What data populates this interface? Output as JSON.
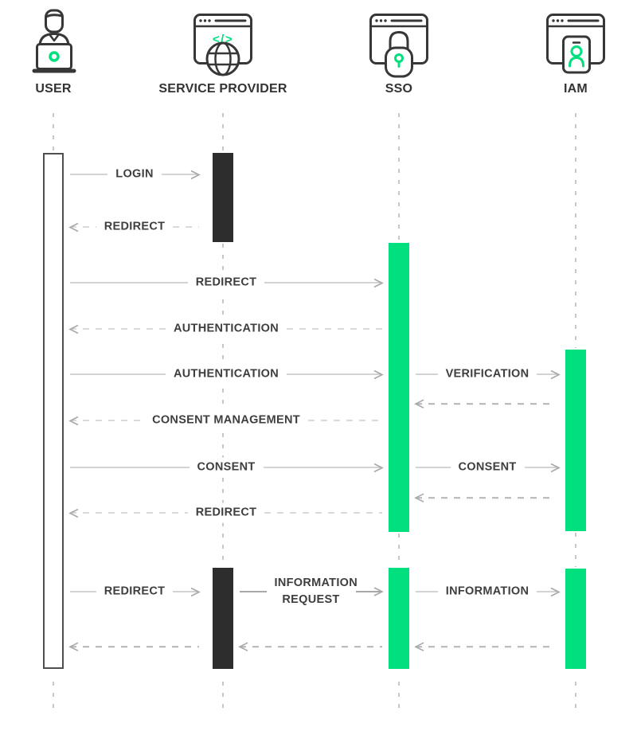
{
  "diagram": "sso-authentication-sequence",
  "colors": {
    "accent_green": "#00E07E",
    "bar_black": "#2D2D2D",
    "line_gray": "#A8A8A8",
    "lifeline_gray": "#C7C7C7",
    "text_dark": "#333333"
  },
  "actors": [
    {
      "label": "USER",
      "icon": "user-laptop-icon"
    },
    {
      "label": "SERVICE PROVIDER",
      "icon": "browser-code-globe-icon"
    },
    {
      "label": "SSO",
      "icon": "browser-lock-icon"
    },
    {
      "label": "IAM",
      "icon": "browser-id-card-icon"
    }
  ],
  "messages": [
    {
      "label": "LOGIN",
      "from": "USER",
      "to": "SERVICE PROVIDER",
      "line": "solid",
      "direction": "right"
    },
    {
      "label": "REDIRECT",
      "from": "SERVICE PROVIDER",
      "to": "USER",
      "line": "dashed",
      "direction": "left"
    },
    {
      "label": "REDIRECT",
      "from": "USER",
      "to": "SSO",
      "line": "solid",
      "direction": "right"
    },
    {
      "label": "AUTHENTICATION",
      "from": "SSO",
      "to": "USER",
      "line": "dashed",
      "direction": "left"
    },
    {
      "label": "AUTHENTICATION",
      "from": "USER",
      "to": "SSO",
      "line": "solid",
      "direction": "right"
    },
    {
      "label": "VERIFICATION",
      "from": "SSO",
      "to": "IAM",
      "line": "solid",
      "direction": "right"
    },
    {
      "label": "",
      "from": "IAM",
      "to": "SSO",
      "line": "dashed",
      "direction": "left"
    },
    {
      "label": "CONSENT MANAGEMENT",
      "from": "SSO",
      "to": "USER",
      "line": "dashed",
      "direction": "left"
    },
    {
      "label": "CONSENT",
      "from": "USER",
      "to": "SSO",
      "line": "solid",
      "direction": "right"
    },
    {
      "label": "CONSENT",
      "from": "SSO",
      "to": "IAM",
      "line": "solid",
      "direction": "right"
    },
    {
      "label": "",
      "from": "IAM",
      "to": "SSO",
      "line": "dashed",
      "direction": "left"
    },
    {
      "label": "REDIRECT",
      "from": "SSO",
      "to": "USER",
      "line": "dashed",
      "direction": "left"
    },
    {
      "label": "REDIRECT",
      "from": "USER",
      "to": "SERVICE PROVIDER",
      "line": "solid",
      "direction": "right"
    },
    {
      "label": "INFORMATION REQUEST",
      "from": "SERVICE PROVIDER",
      "to": "SSO",
      "line": "solid",
      "direction": "right"
    },
    {
      "label": "INFORMATION",
      "from": "SSO",
      "to": "IAM",
      "line": "solid",
      "direction": "right"
    },
    {
      "label": "",
      "from": "SERVICE PROVIDER",
      "to": "USER",
      "line": "dashed",
      "direction": "left"
    },
    {
      "label": "",
      "from": "SSO",
      "to": "SERVICE PROVIDER",
      "line": "dashed",
      "direction": "left"
    },
    {
      "label": "",
      "from": "IAM",
      "to": "SSO",
      "line": "dashed",
      "direction": "left"
    }
  ]
}
